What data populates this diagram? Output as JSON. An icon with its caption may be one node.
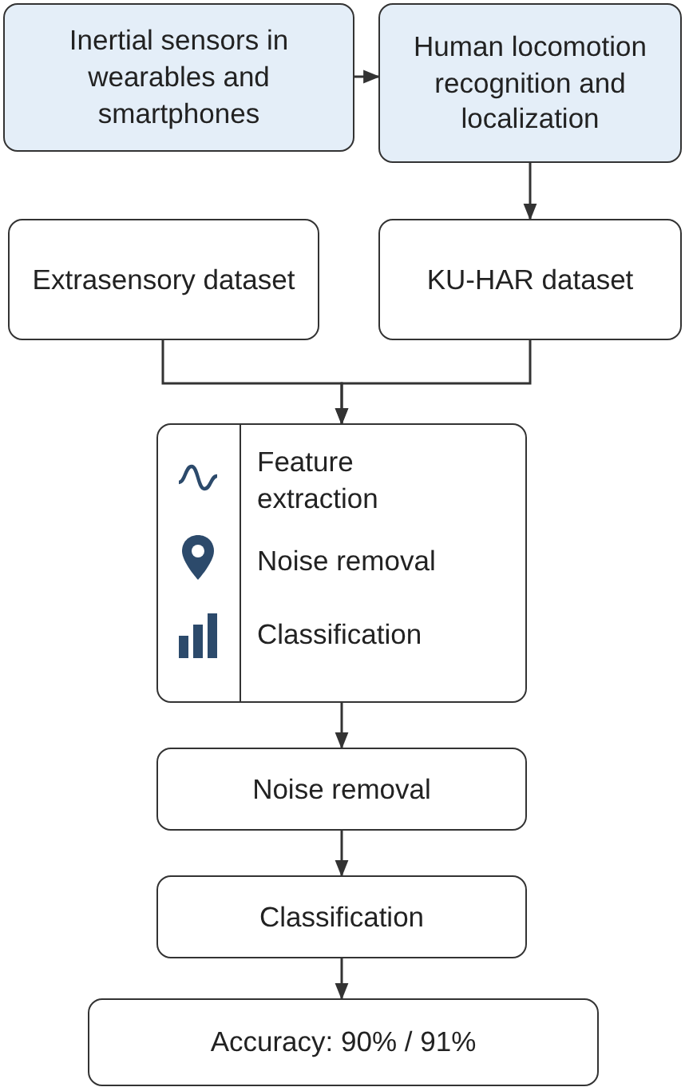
{
  "diagram": {
    "nodes": [
      {
        "text": [
          "Inertial sensors in wearables and smartphones"
        ]
      },
      {
        "text": [
          "Human locomotion recognition and localization"
        ]
      },
      {
        "text": [
          "Extrasensory dataset"
        ]
      },
      {
        "text": [
          "KU-HAR dataset"
        ]
      },
      {
        "text": [
          "Feature extraction",
          "Noise removal",
          "Classification"
        ]
      },
      {
        "text": [
          "Noise removal"
        ]
      },
      {
        "text": [
          "Classification"
        ]
      },
      {
        "text": [
          "Accuracy: 90% / 91%"
        ]
      }
    ],
    "edges": [
      {
        "from": 0,
        "to": 1,
        "arrow": "to"
      },
      {
        "from": 1,
        "to": 3,
        "arrow": "to"
      },
      {
        "from": 2,
        "to": 4,
        "arrow": "to"
      },
      {
        "from": 3,
        "to": 4,
        "arrow": "to"
      },
      {
        "from": 4,
        "to": 5,
        "arrow": "to"
      },
      {
        "from": 5,
        "to": 6,
        "arrow": "to"
      },
      {
        "from": 6,
        "to": 7,
        "arrow": "to"
      }
    ]
  }
}
